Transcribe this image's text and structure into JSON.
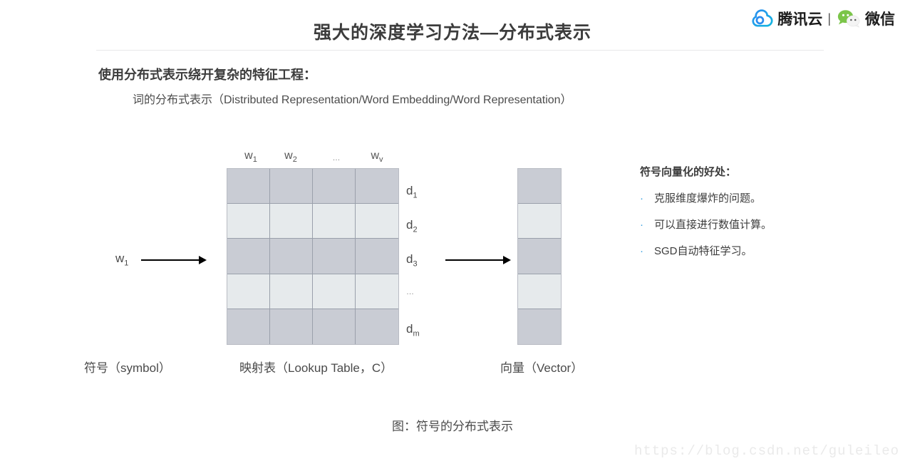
{
  "header": {
    "title": "强大的深度学习方法—分布式表示",
    "brand": {
      "cloud_icon": "tencent-cloud-icon",
      "tencent_label": "腾讯云",
      "separator": "|",
      "wechat_icon": "wechat-icon",
      "wechat_label": "微信",
      "cloud_color": "#1296db",
      "wechat_color": "#7bc549"
    }
  },
  "body": {
    "section_heading": "使用分布式表示绕开复杂的特征工程：",
    "section_subline": "词的分布式表示（Distributed Representation/Word Embedding/Word Representation）"
  },
  "diagram": {
    "input_symbol": "w",
    "input_symbol_sub": "1",
    "column_headers": [
      {
        "base": "w",
        "sub": "1"
      },
      {
        "base": "w",
        "sub": "2"
      },
      {
        "base": "…",
        "sub": ""
      },
      {
        "base": "w",
        "sub": "v"
      }
    ],
    "row_labels": [
      {
        "base": "d",
        "sub": "1"
      },
      {
        "base": "d",
        "sub": "2"
      },
      {
        "base": "d",
        "sub": "3"
      },
      {
        "base": "…",
        "sub": ""
      },
      {
        "base": "d",
        "sub": "m"
      }
    ],
    "row_shades": [
      "dark",
      "light",
      "dark",
      "light",
      "dark"
    ],
    "grid_columns": 4,
    "grid_rows": 5,
    "colors": {
      "cell_dark": "#c9ccd4",
      "cell_light": "#e6eaec",
      "cell_border": "#9aa0ab",
      "outer_border": "#b9bcc4"
    },
    "captions": {
      "symbol": "符号（symbol）",
      "lookup": "映射表（Lookup Table，C）",
      "vector": "向量（Vector）"
    },
    "figure_caption": "图：符号的分布式表示"
  },
  "benefits": {
    "title": "符号向量化的好处：",
    "bullet_char": "·",
    "bullet_color": "#3aa0e0",
    "items": [
      "克服维度爆炸的问题。",
      "可以直接进行数值计算。",
      "SGD自动特征学习。"
    ]
  },
  "watermark": "https://blog.csdn.net/guleileo"
}
